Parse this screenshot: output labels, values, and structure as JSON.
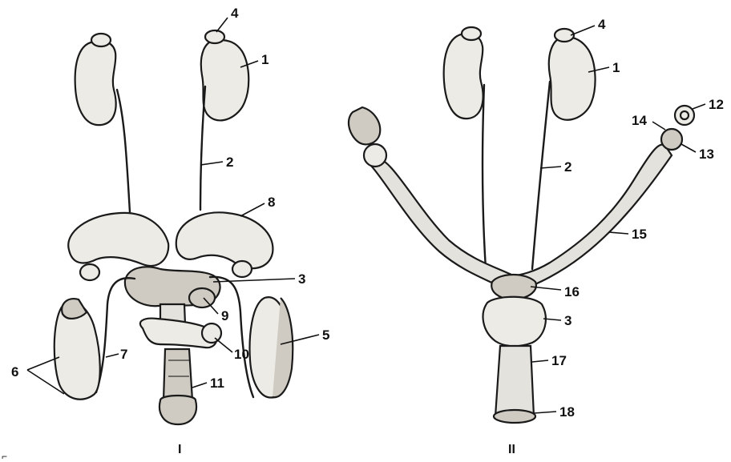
{
  "panels": [
    {
      "id": "I",
      "caption": "I",
      "labels": [
        "4",
        "1",
        "2",
        "8",
        "3",
        "9",
        "5",
        "10",
        "6",
        "7",
        "11"
      ]
    },
    {
      "id": "II",
      "caption": "II",
      "labels": [
        "4",
        "1",
        "12",
        "14",
        "13",
        "2",
        "15",
        "16",
        "3",
        "17",
        "18"
      ]
    }
  ],
  "corner_mark": "⌐"
}
